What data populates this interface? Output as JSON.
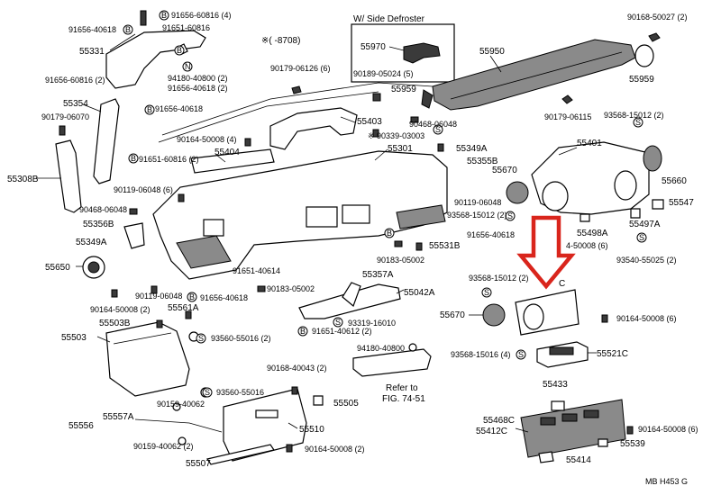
{
  "labels": {
    "l_91656_60816_4": "91656-60816 (4)",
    "l_91656_40618_top": "91656-40618",
    "l_91651_60816_top": "91651-60816",
    "l_55331": "55331",
    "l_91656_60816_2": "91656-60816 (2)",
    "l_94180_40800_2": "94180-40800 (2)",
    "l_91656_40618_2": "91656-40618 (2)",
    "l_8708": "※(      -8708)",
    "l_90179_06126": "90179-06126 (6)",
    "l_90189_05024": "90189-05024 (5)",
    "l_side_defroster": "W/ Side Defroster",
    "l_55970": "55970",
    "l_55950": "55950",
    "l_55959_center": "55959",
    "l_90168_50027": "90168-50027 (2)",
    "l_55959_right": "55959",
    "l_90179_06115": "90179-06115",
    "l_55354": "55354",
    "l_91656_40618_mid": "91656-40618",
    "l_90179_06070": "90179-06070",
    "l_55403": "55403",
    "l_90468_06048_top": "90468-06048",
    "l_93568_15012_2_top": "93568-15012 (2)",
    "l_90164_50008_4": "90164-50008 (4)",
    "l_90339_03003": "※ 90339-03003",
    "l_55301": "55301",
    "l_55349A_top": "55349A",
    "l_55401": "55401",
    "l_55404": "55404",
    "l_55355B": "55355B",
    "l_91651_60816_2": "91651-60816 (2)",
    "l_55670_top": "55670",
    "l_55308B": "55308B",
    "l_55660": "55660",
    "l_90119_06048_6": "90119-06048 (6)",
    "l_90119_06048_right": "90119-06048",
    "l_55547": "55547",
    "l_90468_06048_left": "90468-06048",
    "l_93568_15012_2_mid": "93568-15012 (2)",
    "l_55497A": "55497A",
    "l_55356B": "55356B",
    "l_55498A": "55498A",
    "l_55349A_left": "55349A",
    "l_91656_40618_right": "91656-40618",
    "l_55531B": "55531B",
    "l_4_50008": "4-50008 (6)",
    "l_93540_55025": "93540-55025 (2)",
    "l_55650": "55650",
    "l_90183_05002_mid": "90183-05002",
    "l_55357A": "55357A",
    "l_91651_40614": "91651-40614",
    "l_93568_15012_2_low": "93568-15012 (2)",
    "l_c": "C",
    "l_90119_06048_low": "90119-06048",
    "l_91656_40618_low": "91656-40618",
    "l_90183_05002_low": "90183-05002",
    "l_55042A": "55042A",
    "l_55561A": "55561A",
    "l_90164_50008_2_left": "90164-50008 (2)",
    "l_55670_low": "55670",
    "l_90164_50008_6_mid": "90164-50008 (6)",
    "l_55503B": "55503B",
    "l_93319_16010": "93319-16010",
    "l_91651_40612_2": "91651-40612 (2)",
    "l_55503": "55503",
    "l_93560_55016_2": "93560-55016 (2)",
    "l_94180_40800": "94180-40800",
    "l_93568_15016_4": "93568-15016 (4)",
    "l_55521C": "55521C",
    "l_90168_40043_2": "90168-40043 (2)",
    "l_refer_to": "Refer to",
    "l_fig_74_51": "FIG. 74-51",
    "l_93560_55016": "93560-55016",
    "l_55505": "55505",
    "l_90159_40062": "90159-40062",
    "l_55433": "55433",
    "l_55557A": "55557A",
    "l_55556": "55556",
    "l_55510": "55510",
    "l_55468C": "55468C",
    "l_90164_50008_6_low": "90164-50008 (6)",
    "l_55412C": "55412C",
    "l_90159_40062_2": "90159-40062 (2)",
    "l_90164_50008_2_low": "90164-50008 (2)",
    "l_55539": "55539",
    "l_55507": "55507",
    "l_55414": "55414",
    "l_mb_h453g": "MB  H453 G"
  },
  "markers": {
    "s": "S",
    "b": "B",
    "n": "N"
  },
  "colors": {
    "callout_arrow": "#d9251c",
    "ink": "#000000"
  }
}
